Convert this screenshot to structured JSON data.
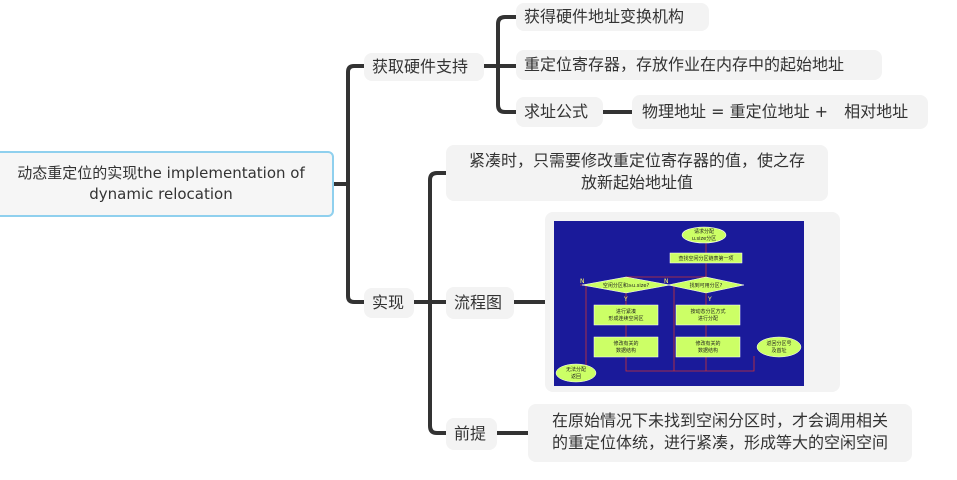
{
  "root": {
    "line1": "动态重定位的实现the implementation of",
    "line2": "dynamic relocation"
  },
  "branch_hw": {
    "label": "获取硬件支持",
    "children": [
      {
        "label": "获得硬件地址变换机构"
      },
      {
        "label": "重定位寄存器，存放作业在内存中的起始地址"
      },
      {
        "label": "求址公式",
        "child": "物理地址 = 重定位地址 +　相对地址"
      }
    ]
  },
  "branch_impl": {
    "label": "实现",
    "compact": {
      "line1": "紧凑时，只需要修改重定位寄存器的值，使之存",
      "line2": "放新起始地址值"
    },
    "flowchart_label": "流程图",
    "premise_label": "前提",
    "premise": {
      "line1": "在原始情况下未找到空闲分区时，才会调用相关",
      "line2": "的重定位体统，进行紧凑，形成等大的空闲空间"
    }
  },
  "flowchart": {
    "start": "请求分配",
    "start2": "u.size分区",
    "search": "查找空闲分区链表第一项",
    "cond1": "空闲分区和≥u.size?",
    "cond2": "找到可用分区?",
    "compact_box1": "进行紧凑",
    "compact_box2": "形成连续空闲区",
    "alloc_box1": "按动态分区方式",
    "alloc_box2": "进行分配",
    "modify1a": "修改有关的",
    "modify1b": "数据结构",
    "modify2a": "修改有关的",
    "modify2b": "数据结构",
    "ret1": "返回分区号",
    "ret2": "及首址",
    "fail1": "无法分配",
    "fail2": "返回",
    "yes": "Y",
    "no": "N"
  },
  "colors": {
    "line": "#333333",
    "root_border": "#8fd0ee",
    "node_bg": "#f3f3f3",
    "flow_bg": "#1a1a9a",
    "flow_box": "#ccff66"
  }
}
